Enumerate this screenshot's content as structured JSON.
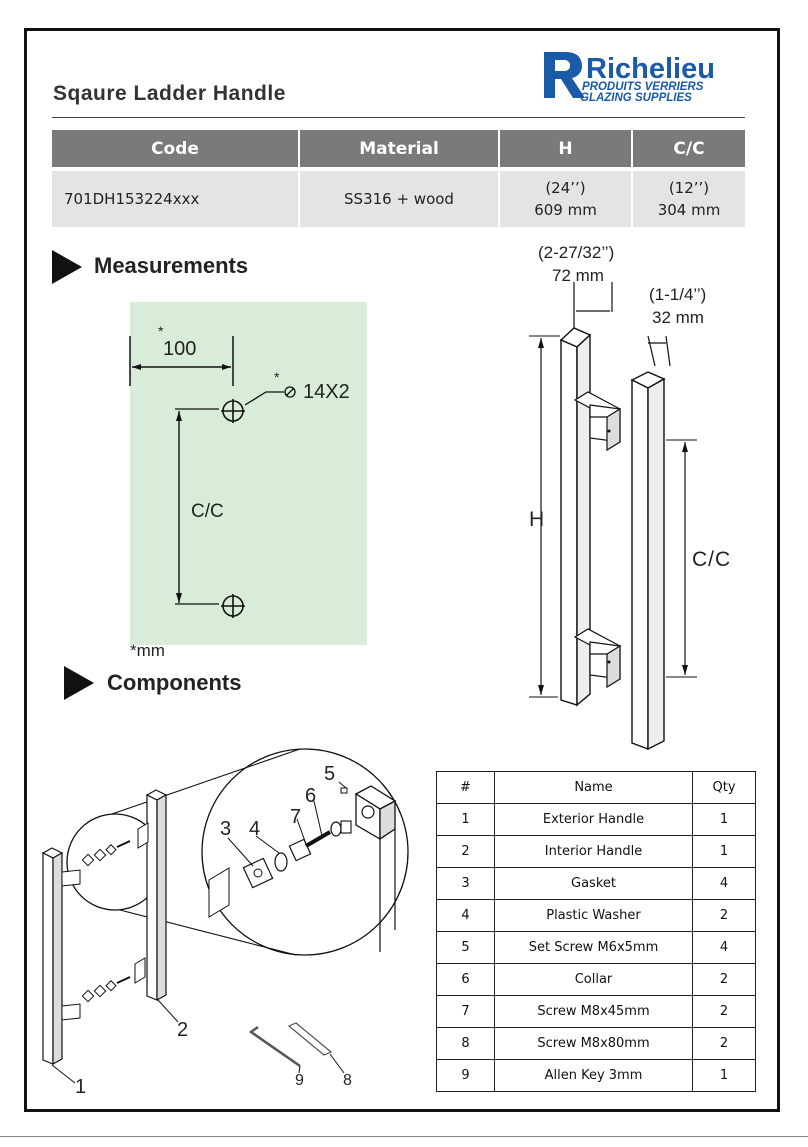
{
  "title": "Sqaure  Ladder  Handle",
  "logo": {
    "name": "Richelieu",
    "line1": "PRODUITS VERRIERS",
    "line2": "GLAZING SUPPLIES"
  },
  "spec_table": {
    "headers": [
      "Code",
      "Material",
      "H",
      "C/C"
    ],
    "row": {
      "code": "701DH153224xxx",
      "material": "SS316 + wood",
      "h_in": "(24’’)",
      "h_mm": "609 mm",
      "cc_in": "(12’’)",
      "cc_mm": "304 mm"
    }
  },
  "sections": {
    "measurements": "Measurements",
    "components": "Components"
  },
  "measure_diagram": {
    "star": "*",
    "width_value": "100",
    "hole_label": "14X2",
    "cc_label": "C/C",
    "unit_note": "*mm"
  },
  "handle_diagram": {
    "depth_in": "(2-27/32’’)",
    "depth_mm": "72 mm",
    "width_in": "(1-1/4’’)",
    "width_mm": "32 mm",
    "h_label": "H",
    "cc_label": "C/C"
  },
  "exploded": {
    "callouts": [
      "5",
      "6",
      "3",
      "4",
      "7",
      "2",
      "1",
      "9",
      "8"
    ]
  },
  "parts_table": {
    "headers": [
      "#",
      "Name",
      "Qty"
    ],
    "rows": [
      [
        "1",
        "Exterior Handle",
        "1"
      ],
      [
        "2",
        "Interior Handle",
        "1"
      ],
      [
        "3",
        "Gasket",
        "4"
      ],
      [
        "4",
        "Plastic Washer",
        "2"
      ],
      [
        "5",
        "Set Screw M6x5mm",
        "4"
      ],
      [
        "6",
        "Collar",
        "2"
      ],
      [
        "7",
        "Screw M8x45mm",
        "2"
      ],
      [
        "8",
        "Screw M8x80mm",
        "2"
      ],
      [
        "9",
        "Allen Key 3mm",
        "1"
      ]
    ]
  },
  "colors": {
    "header_gray": "#7a7a7a",
    "row_gray": "#e4e4e4",
    "logo_blue": "#1b5aa6",
    "green_panel": "#d8ecd9"
  }
}
